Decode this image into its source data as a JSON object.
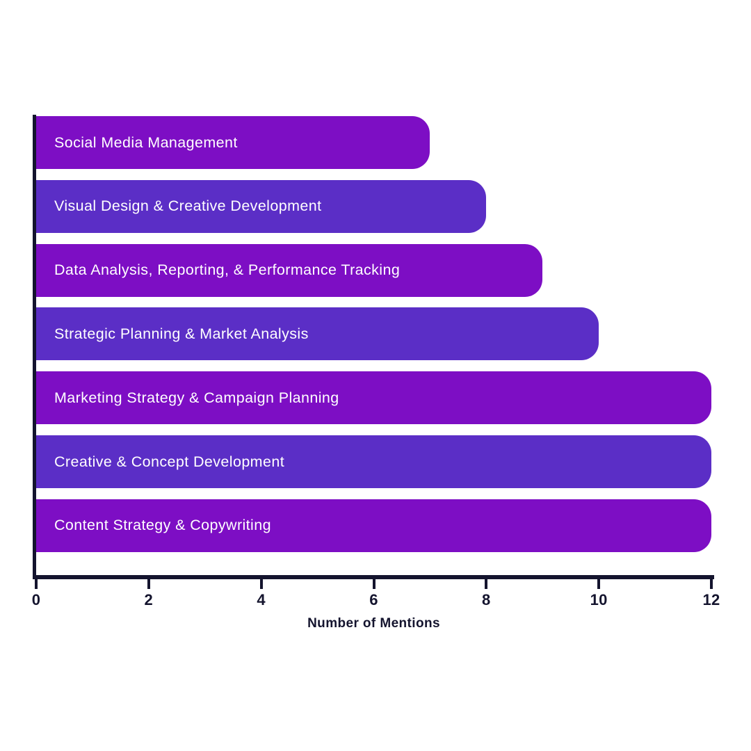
{
  "chart_data": {
    "type": "bar",
    "orientation": "horizontal",
    "categories": [
      "Social Media Management",
      "Visual Design & Creative Development",
      "Data Analysis, Reporting, & Performance Tracking",
      "Strategic Planning & Market Analysis",
      "Marketing Strategy & Campaign Planning",
      "Creative & Concept Development",
      "Content Strategy & Copywriting"
    ],
    "values": [
      7,
      8,
      9,
      10,
      12,
      12,
      12
    ],
    "xlabel": "Number of Mentions",
    "x_ticks": [
      0,
      2,
      4,
      6,
      8,
      10,
      12
    ],
    "xlim": [
      0,
      12
    ],
    "grid": false,
    "legend": null,
    "bar_colors_alternating": [
      "#7D0EC4",
      "#5B2EC6"
    ],
    "bar_label_color": "#FFFFFF",
    "axis_color": "#14142E",
    "background_color": "#FFFFFF"
  }
}
